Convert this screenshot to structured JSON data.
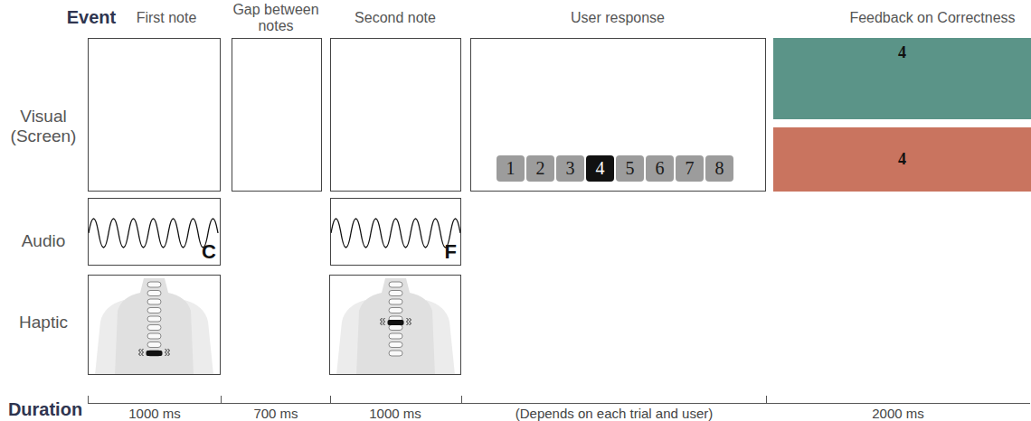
{
  "diagram": {
    "nodes": [
      {
        "text": []
      },
      {
        "text": [
          "1"
        ],
        "in": 0
      },
      {
        "text": [
          "2"
        ],
        "in": 0
      },
      {
        "text": [
          "3"
        ],
        "in": 0
      },
      {
        "text": [
          "4"
        ],
        "in": 0
      },
      {
        "text": [
          "5"
        ],
        "in": 0
      },
      {
        "text": [
          "6"
        ],
        "in": 0
      },
      {
        "text": [
          "7"
        ],
        "in": 0
      },
      {
        "text": [
          "8"
        ],
        "in": 0
      },
      {
        "text": [
          "4"
        ]
      },
      {
        "text": [
          "4"
        ]
      },
      {
        "text": [
          "C"
        ]
      },
      {
        "text": [
          "F"
        ]
      }
    ],
    "labels": [
      "Event",
      "First note",
      "Gap between notes",
      "Second note",
      "User response",
      "Feedback on Correctness",
      "Visual (Screen)",
      "Audio",
      "Haptic",
      "Duration",
      "1000 ms",
      "700 ms",
      "1000 ms",
      "(Depends on each trial and user)",
      "2000 ms"
    ]
  }
}
